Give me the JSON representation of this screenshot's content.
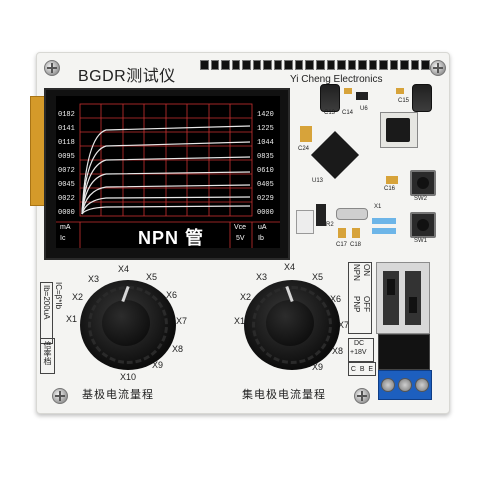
{
  "board": {
    "title": "BGDR测试仪",
    "brand": "Yi Cheng Electronics"
  },
  "lcd": {
    "left_scale": [
      "0182",
      "0141",
      "0118",
      "0095",
      "0072",
      "0045",
      "0022",
      "0000"
    ],
    "right_scale": [
      "1420",
      "1225",
      "1044",
      "0835",
      "0610",
      "0405",
      "0229",
      "0000"
    ],
    "bottom_left_top": "mA",
    "bottom_left_bottom": "Ic",
    "bottom_right1_top": "Vce",
    "bottom_right1_bottom": "5V",
    "bottom_right2_top": "uA",
    "bottom_right2_bottom": "Ib",
    "mode": "NPN 管",
    "grid_color": "#c83030",
    "curve_color": "#e8e8e8"
  },
  "left_dial": {
    "marks": [
      "X1",
      "X2",
      "X3",
      "X4",
      "X5",
      "X6",
      "X7",
      "X8",
      "X9",
      "X10"
    ],
    "side_range": "Ib=200uA",
    "side_formula": "IC=β*Ib",
    "side_box": "倍率档",
    "caption": "基极电流量程"
  },
  "right_dial": {
    "marks": [
      "X1",
      "X2",
      "X3",
      "X4",
      "X5",
      "X6",
      "X7",
      "X8",
      "X9"
    ],
    "caption": "集电极电流量程"
  },
  "switches": {
    "npn": "NPN",
    "on": "ON",
    "pnp": "PNP",
    "off": "OFF"
  },
  "power": {
    "dc_label": "DC",
    "voltage": "+18V",
    "terminals": [
      "C",
      "B",
      "E"
    ]
  },
  "silkscreen": {
    "c24": "C24",
    "c13": "C13",
    "c14": "C14",
    "u6": "U6",
    "c15": "C15",
    "c16": "C16",
    "u13": "U13",
    "sw2": "SW2",
    "sw1": "SW1",
    "x1": "X1",
    "c17": "C17",
    "c18": "C18",
    "r2": "R2"
  }
}
